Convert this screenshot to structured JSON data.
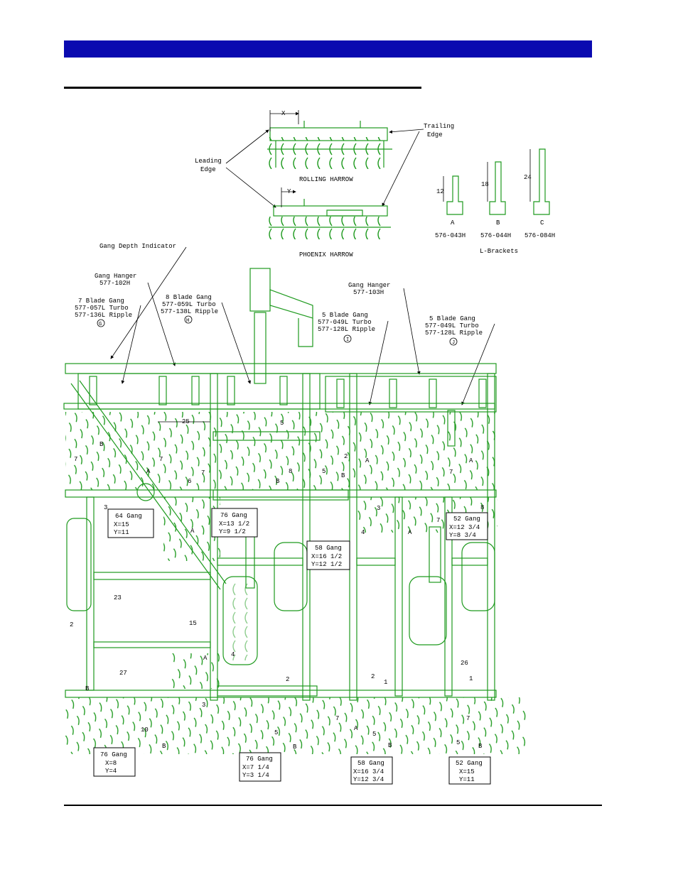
{
  "colors": {
    "header_bar": "#0a0ab0",
    "machine": "#1e9a1e",
    "ink": "#000000"
  },
  "harrows": {
    "x_dim": "X",
    "y_dim": "Y",
    "trailing_edge_l1": "Trailing",
    "trailing_edge_l2": "Edge",
    "leading_edge_l1": "Leading",
    "leading_edge_l2": "Edge",
    "rolling": "ROLLING HARROW",
    "phoenix": "PHOENIX HARROW"
  },
  "brackets": {
    "title": "L-Brackets",
    "items": [
      {
        "letter": "A",
        "height": "12",
        "part": "576-043H"
      },
      {
        "letter": "B",
        "height": "18",
        "part": "576-044H"
      },
      {
        "letter": "C",
        "height": "24",
        "part": "576-084H"
      }
    ]
  },
  "callouts": {
    "gang_depth": "Gang Depth Indicator",
    "hanger_left_l1": "Gang Hanger",
    "hanger_left_l2": "577-102H",
    "hanger_right_l1": "Gang Hanger",
    "hanger_right_l2": "577-103H",
    "g7": {
      "l1": "7 Blade Gang",
      "l2": "577-057L Turbo",
      "l3": "577-136L Ripple",
      "mark": "G"
    },
    "g8": {
      "l1": "8 Blade Gang",
      "l2": "577-059L Turbo",
      "l3": "577-138L Ripple",
      "mark": "H"
    },
    "g5a": {
      "l1": "5 Blade Gang",
      "l2": "577-049L Turbo",
      "l3": "577-128L Ripple",
      "mark": "I"
    },
    "g5b": {
      "l1": "5 Blade Gang",
      "l2": "577-049L Turbo",
      "l3": "577-128L Ripple",
      "mark": "J"
    }
  },
  "gang_boxes": [
    {
      "id": "64",
      "l1": "64 Gang",
      "l2": "X=15",
      "l3": "Y=11"
    },
    {
      "id": "76a",
      "l1": "76 Gang",
      "l2": "X=13 1/2",
      "l3": "Y=9 1/2"
    },
    {
      "id": "58a",
      "l1": "58 Gang",
      "l2": "X=16 1/2",
      "l3": "Y=12 1/2"
    },
    {
      "id": "52a",
      "l1": "52 Gang",
      "l2": "X=12 3/4",
      "l3": "Y=8 3/4"
    },
    {
      "id": "76b",
      "l1": "76 Gang",
      "l2": "X=8",
      "l3": "Y=4"
    },
    {
      "id": "76c",
      "l1": "76 Gang",
      "l2": "X=7 1/4",
      "l3": "Y=3 1/4"
    },
    {
      "id": "58b",
      "l1": "58 Gang",
      "l2": "X=16 3/4",
      "l3": "Y=12 3/4"
    },
    {
      "id": "52b",
      "l1": "52 Gang",
      "l2": "X=15",
      "l3": "Y=11"
    }
  ],
  "dims": {
    "d25": "25",
    "d5": "5",
    "d7": "7",
    "d2": "2",
    "d3": "3",
    "d6": "6",
    "d8": "8",
    "d4": "4",
    "d23": "23",
    "d15": "15",
    "d27": "27",
    "d10": "10",
    "d26": "26",
    "d1": "1",
    "hB": "B",
    "hA": "A",
    "n1": "1",
    "n2": "2",
    "n3": "3",
    "n4": "4",
    "n8": "8"
  }
}
